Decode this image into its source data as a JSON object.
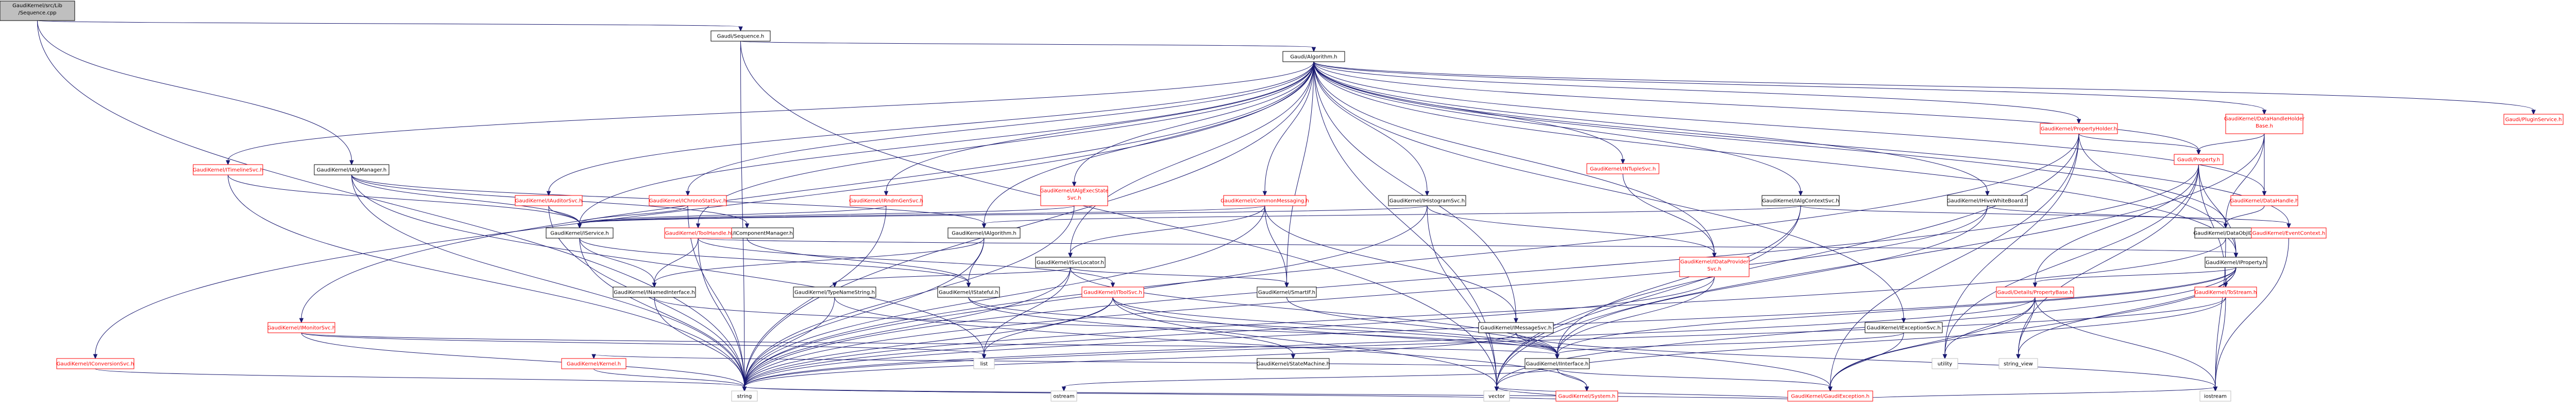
{
  "colors": {
    "edge": "#191970",
    "root_fill": "#bfbfbf",
    "node_fill": "#ffffff",
    "node_border_normal": "#000000",
    "node_border_red": "#ff0000",
    "node_border_gray": "#bfbfbf",
    "text_normal": "#000000",
    "text_red": "#ff0000"
  },
  "nodes": [
    {
      "id": "root",
      "label": "GaudiKernel/src/Lib/Sequence.cpp",
      "style": "root",
      "lines": [
        "GaudiKernel/src/Lib",
        "/Sequence.cpp"
      ]
    },
    {
      "id": "seq",
      "label": "Gaudi/Sequence.h",
      "style": "normal"
    },
    {
      "id": "ialgmgr",
      "label": "GaudiKernel/IAlgManager.h",
      "style": "normal"
    },
    {
      "id": "algo",
      "label": "Gaudi/Algorithm.h",
      "style": "normal"
    },
    {
      "id": "iservice",
      "label": "GaudiKernel/IService.h",
      "style": "normal"
    },
    {
      "id": "icompmgr",
      "label": "GaudiKernel/IComponentManager.h",
      "style": "normal"
    },
    {
      "id": "ialgorithm",
      "label": "GaudiKernel/IAlgorithm.h",
      "style": "normal"
    },
    {
      "id": "string",
      "label": "string",
      "style": "gray"
    },
    {
      "id": "vector",
      "label": "vector",
      "style": "gray"
    },
    {
      "id": "iostream",
      "label": "iostream",
      "style": "gray"
    },
    {
      "id": "stringview",
      "label": "string_view",
      "style": "gray"
    },
    {
      "id": "utility",
      "label": "utility",
      "style": "gray"
    },
    {
      "id": "list",
      "label": "list",
      "style": "gray"
    },
    {
      "id": "ostream",
      "label": "ostream",
      "style": "gray"
    },
    {
      "id": "inamed",
      "label": "GaudiKernel/INamedInterface.h",
      "style": "normal"
    },
    {
      "id": "istateful",
      "label": "GaudiKernel/IStateful.h",
      "style": "normal"
    },
    {
      "id": "iinterface",
      "label": "GaudiKernel/IInterface.h",
      "style": "normal"
    },
    {
      "id": "statemachine",
      "label": "GaudiKernel/StateMachine.h",
      "style": "normal"
    },
    {
      "id": "kernel",
      "label": "GaudiKernel/Kernel.h",
      "style": "red"
    },
    {
      "id": "system",
      "label": "GaudiKernel/System.h",
      "style": "red"
    },
    {
      "id": "smartif",
      "label": "GaudiKernel/SmartIF.h",
      "style": "normal"
    },
    {
      "id": "gaudiexc",
      "label": "GaudiKernel/GaudiException.h",
      "style": "red"
    },
    {
      "id": "isvclocator",
      "label": "GaudiKernel/ISvcLocator.h",
      "style": "normal"
    },
    {
      "id": "typename",
      "label": "GaudiKernel/TypeNameString.h",
      "style": "normal"
    },
    {
      "id": "imessagesvc",
      "label": "GaudiKernel/IMessageSvc.h",
      "style": "normal"
    },
    {
      "id": "iexcsvc",
      "label": "GaudiKernel/IExceptionSvc.h",
      "style": "normal"
    },
    {
      "id": "itoolsvc",
      "label": "GaudiKernel/IToolSvc.h",
      "style": "red"
    },
    {
      "id": "toolhandle",
      "label": "GaudiKernel/ToolHandle.h",
      "style": "red"
    },
    {
      "id": "imonitorsvc",
      "label": "GaudiKernel/IMonitorSvc.h",
      "style": "red"
    },
    {
      "id": "iconvsvc",
      "label": "GaudiKernel/IConversionSvc.h",
      "style": "red"
    },
    {
      "id": "itimelinesvc",
      "label": "GaudiKernel/ITimelineSvc.h",
      "style": "red"
    },
    {
      "id": "iauditorsvc",
      "label": "GaudiKernel/IAuditorSvc.h",
      "style": "red"
    },
    {
      "id": "ichronostat",
      "label": "GaudiKernel/IChronoStatSvc.h",
      "style": "red"
    },
    {
      "id": "irndmgen",
      "label": "GaudiKernel/IRndmGenSvc.h",
      "style": "red"
    },
    {
      "id": "ialgexec",
      "label": "GaudiKernel/IAlgExecStateSvc.h",
      "style": "red",
      "lines": [
        "GaudiKernel/IAlgExecState",
        "Svc.h"
      ]
    },
    {
      "id": "icommonmsg",
      "label": "GaudiKernel/CommonMessaging.h",
      "style": "red"
    },
    {
      "id": "ihistosvc",
      "label": "GaudiKernel/IHistogramSvc.h",
      "style": "normal"
    },
    {
      "id": "intuplesvc",
      "label": "GaudiKernel/INTupleSvc.h",
      "style": "red"
    },
    {
      "id": "idataprovider",
      "label": "GaudiKernel/IDataProviderSvc.h",
      "style": "red",
      "lines": [
        "GaudiKernel/IDataProvider",
        "Svc.h"
      ]
    },
    {
      "id": "ialgcontext",
      "label": "GaudiKernel/IAlgContextSvc.h",
      "style": "normal"
    },
    {
      "id": "ihivewb",
      "label": "GaudiKernel/IHiveWhiteBoard.h",
      "style": "normal"
    },
    {
      "id": "propholder",
      "label": "GaudiKernel/PropertyHolder.h",
      "style": "red"
    },
    {
      "id": "datahandleholder",
      "label": "GaudiKernel/DataHandleHolderBase.h",
      "style": "red",
      "lines": [
        "GaudiKernel/DataHandleHolder",
        "Base.h"
      ]
    },
    {
      "id": "datahandle",
      "label": "GaudiKernel/DataHandle.h",
      "style": "red"
    },
    {
      "id": "dataobjid",
      "label": "GaudiKernel/DataObjID.h",
      "style": "normal"
    },
    {
      "id": "property",
      "label": "Gaudi/Property.h",
      "style": "red"
    },
    {
      "id": "iproperty",
      "label": "GaudiKernel/IProperty.h",
      "style": "normal"
    },
    {
      "id": "propbase",
      "label": "Gaudi/Details/PropertyBase.h",
      "style": "red"
    },
    {
      "id": "tostream",
      "label": "GaudiKernel/ToStream.h",
      "style": "red"
    },
    {
      "id": "eventcontext",
      "label": "GaudiKernel/EventContext.h",
      "style": "red"
    },
    {
      "id": "pluginsvc",
      "label": "Gaudi/PluginService.h",
      "style": "red"
    }
  ]
}
